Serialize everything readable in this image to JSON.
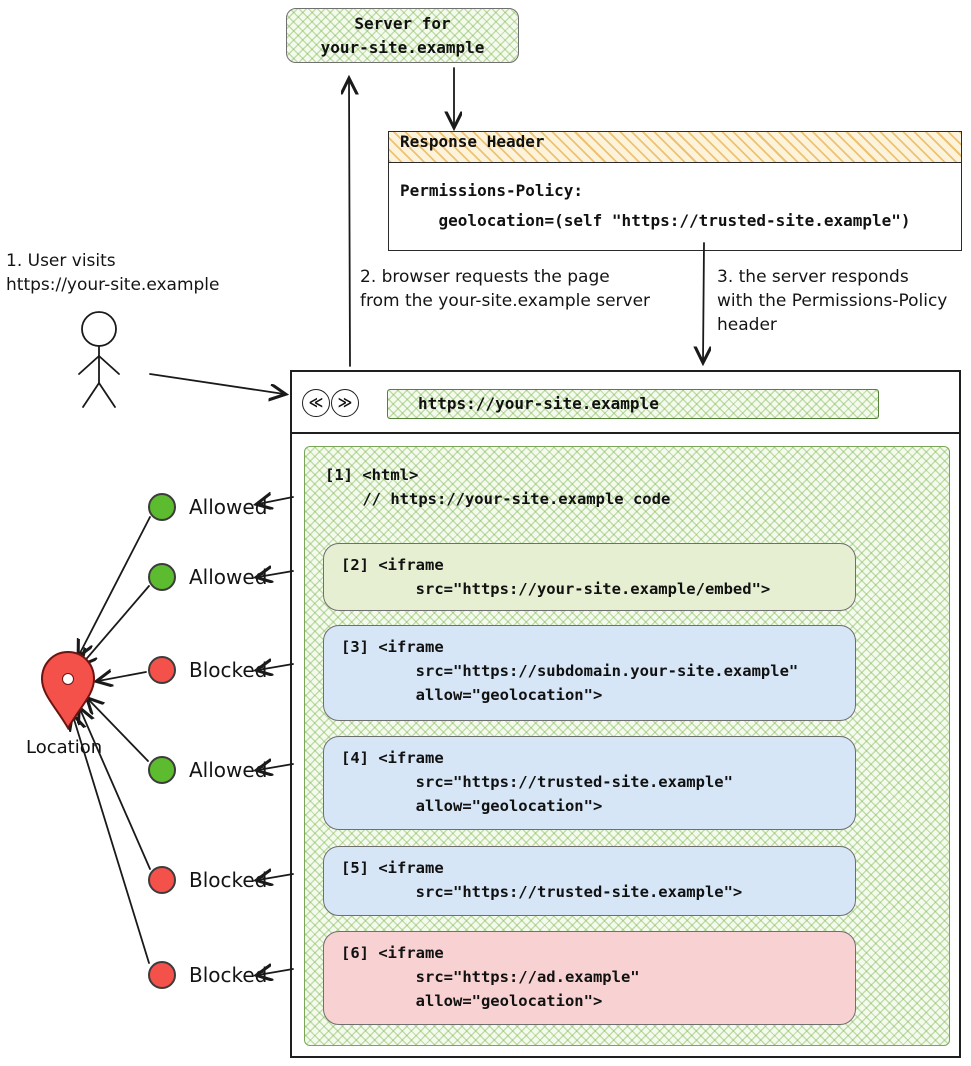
{
  "server_box": {
    "label": "Server for\nyour-site.example"
  },
  "response_header": {
    "title": "Response Header",
    "body": "Permissions-Policy:\n    geolocation=(self \"https://trusted-site.example\")"
  },
  "annotations": {
    "step1": "1. User visits\n https://your-site.example",
    "step2": "2. browser requests the page\n from the your-site.example server",
    "step3": "3. the server responds\n with the Permissions-Policy\n header"
  },
  "browser": {
    "back_icon": "≪",
    "forward_icon": "≫",
    "url": "https://your-site.example"
  },
  "page_code": {
    "root": "[1] <html>\n    // https://your-site.example code"
  },
  "frames": [
    {
      "code": "[2] <iframe\n        src=\"https://your-site.example/embed\">",
      "status": "Allowed"
    },
    {
      "code": "[3] <iframe\n        src=\"https://subdomain.your-site.example\"\n        allow=\"geolocation\">",
      "status": "Blocked"
    },
    {
      "code": "[4] <iframe\n        src=\"https://trusted-site.example\"\n        allow=\"geolocation\">",
      "status": "Allowed"
    },
    {
      "code": "[5] <iframe\n        src=\"https://trusted-site.example\">",
      "status": "Blocked"
    },
    {
      "code": "[6] <iframe\n        src=\"https://ad.example\"\n        allow=\"geolocation\">",
      "status": "Blocked"
    }
  ],
  "markers": [
    {
      "label": "Allowed",
      "color": "#5cbb2e"
    },
    {
      "label": "Allowed",
      "color": "#5cbb2e"
    },
    {
      "label": "Blocked",
      "color": "#f4514a"
    },
    {
      "label": "Allowed",
      "color": "#5cbb2e"
    },
    {
      "label": "Blocked",
      "color": "#f4514a"
    },
    {
      "label": "Blocked",
      "color": "#f4514a"
    }
  ],
  "location": {
    "label": "Location"
  },
  "colors": {
    "allowed": "#5cbb2e",
    "blocked": "#f4514a",
    "hatch_green": "#7ab54a",
    "hatch_orange": "#e09a1f",
    "frame_green": "#e6efd2",
    "frame_blue": "#d6e6f6",
    "frame_red": "#f8d2d2",
    "pin_red": "#f4514a"
  }
}
